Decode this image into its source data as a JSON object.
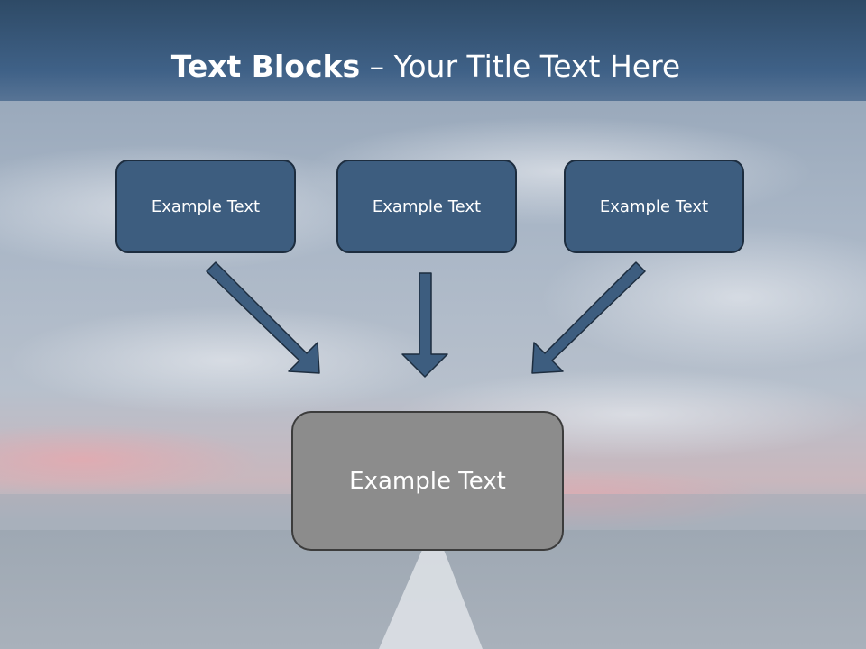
{
  "slide": {
    "title_bold": "Text Blocks",
    "title_separator": "–",
    "title_rest": "Your Title Text Here",
    "top_boxes": [
      "Example Text",
      "Example Text",
      "Example Text"
    ],
    "bottom_box": "Example Text"
  },
  "colors": {
    "box_fill": "#3d5d7f",
    "box_border": "#1d2d3f",
    "arrow_fill": "#3d5d7f",
    "bottom_box_fill": "#8c8c8c",
    "header": "#3f6187"
  }
}
